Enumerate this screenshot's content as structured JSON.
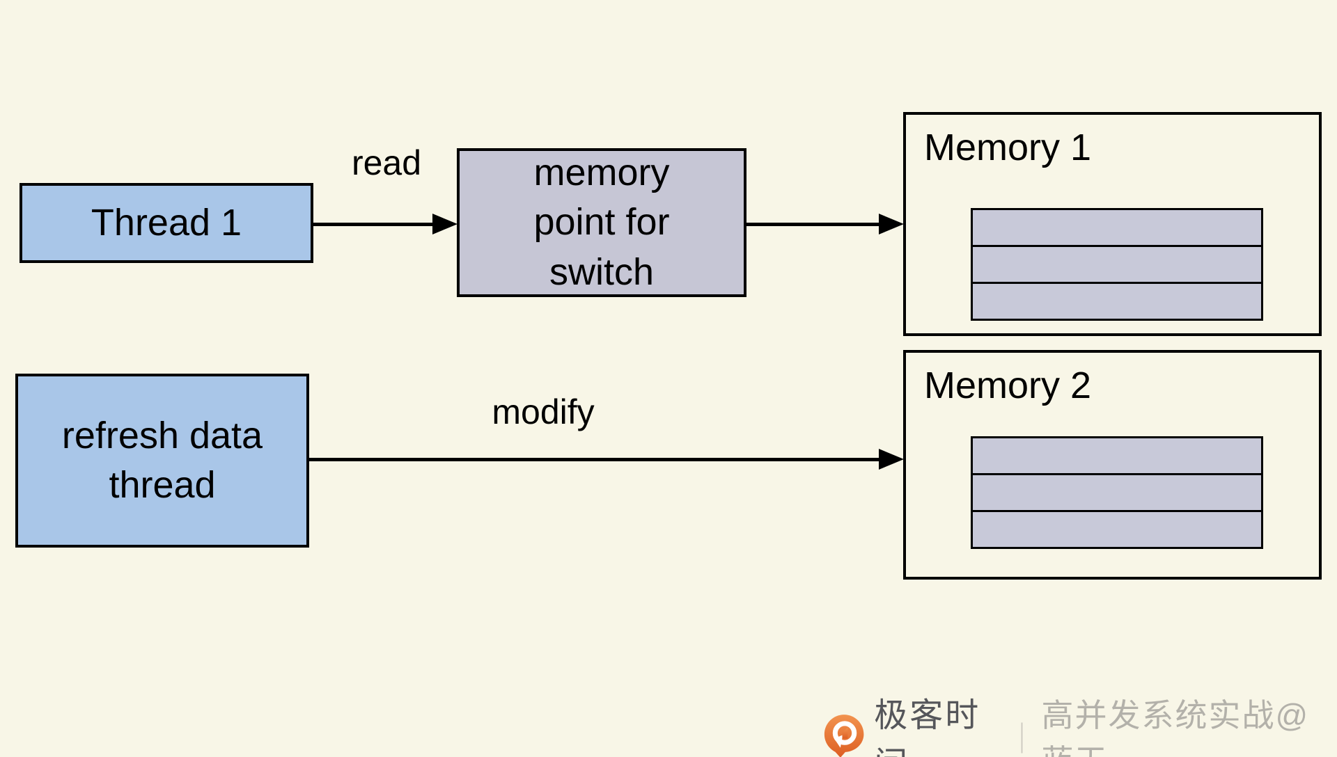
{
  "page": {
    "background_color": "#f8f6e7",
    "border_color": "#000000",
    "arrow_color": "#000000"
  },
  "diagram": {
    "nodes": {
      "thread1": {
        "label": "Thread 1",
        "fill": "#a9c6e8"
      },
      "memory_pointer": {
        "label": "memory point for switch",
        "lines": [
          "memory",
          "point for",
          "switch"
        ],
        "fill": "#c6c6d5"
      },
      "refresh_thread": {
        "label": "refresh data thread",
        "lines": [
          "refresh data",
          "thread"
        ],
        "fill": "#a9c6e8"
      },
      "memory1": {
        "title": "Memory 1",
        "row_count": 3,
        "row_fill": "#c8c9d9"
      },
      "memory2": {
        "title": "Memory 2",
        "row_count": 3,
        "row_fill": "#c8c9d9"
      }
    },
    "edges": [
      {
        "from": "thread1",
        "to": "memory_pointer",
        "label": "read"
      },
      {
        "from": "memory_pointer",
        "to": "memory1",
        "label": ""
      },
      {
        "from": "refresh_thread",
        "to": "memory2",
        "label": "modify"
      }
    ]
  },
  "watermark": {
    "logo": "geektime-logo",
    "logo_color": "#e4692e",
    "brand": "极客时间",
    "separator": "｜",
    "credit": "高并发系统实战@蓝天",
    "brand_color": "#55565a",
    "credit_color": "#b3b1aa"
  }
}
